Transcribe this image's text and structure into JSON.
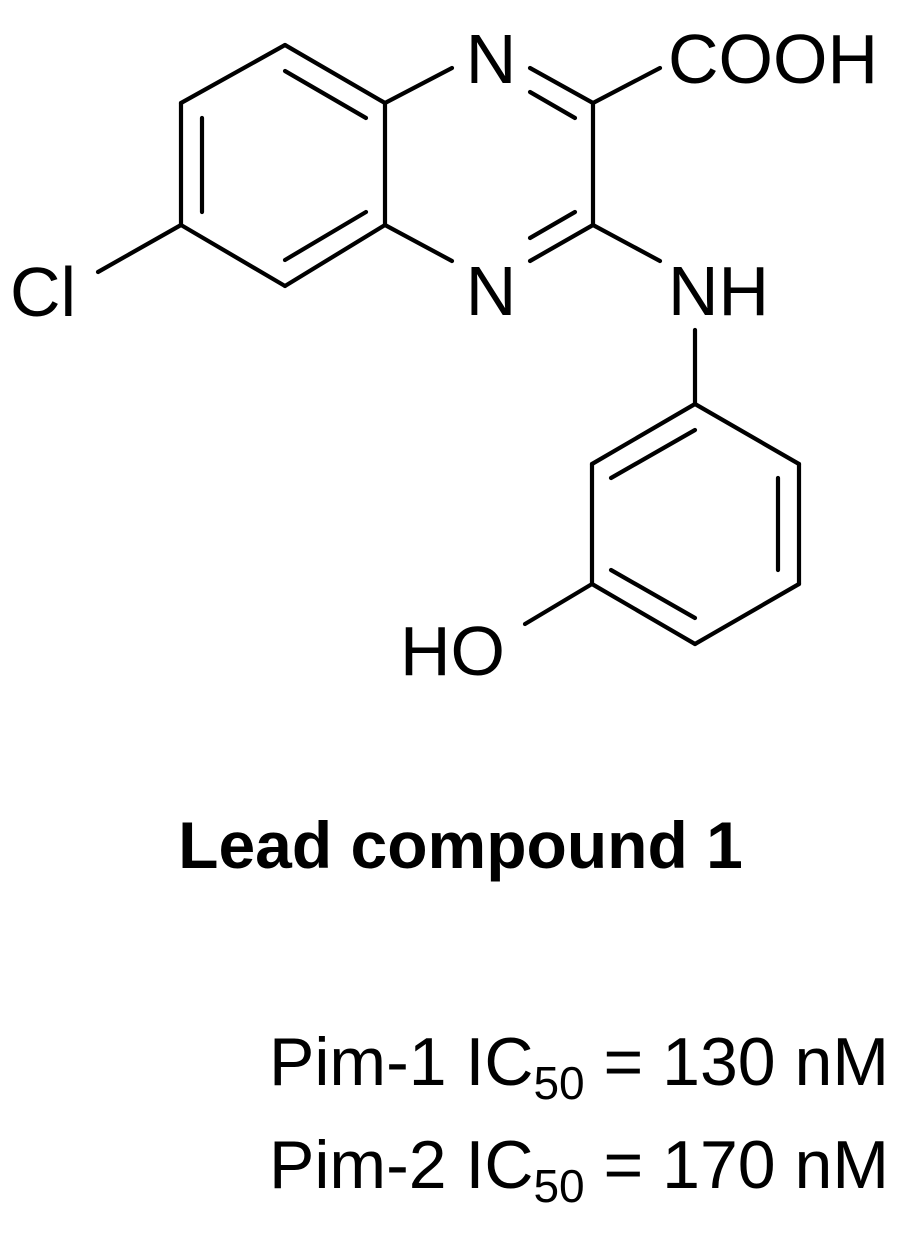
{
  "molecule": {
    "atoms": {
      "n_top": "N",
      "n_bottom": "N",
      "cooh": "COOH",
      "nh": "NH",
      "cl": "Cl",
      "ho": "HO"
    }
  },
  "caption": "Lead compound 1",
  "activities": [
    {
      "target": "Pim-1",
      "measure": "IC",
      "subscript": "50",
      "relation": "=",
      "value": "130",
      "unit": "nM"
    },
    {
      "target": "Pim-2",
      "measure": "IC",
      "subscript": "50",
      "relation": "=",
      "value": "170",
      "unit": "nM"
    }
  ]
}
